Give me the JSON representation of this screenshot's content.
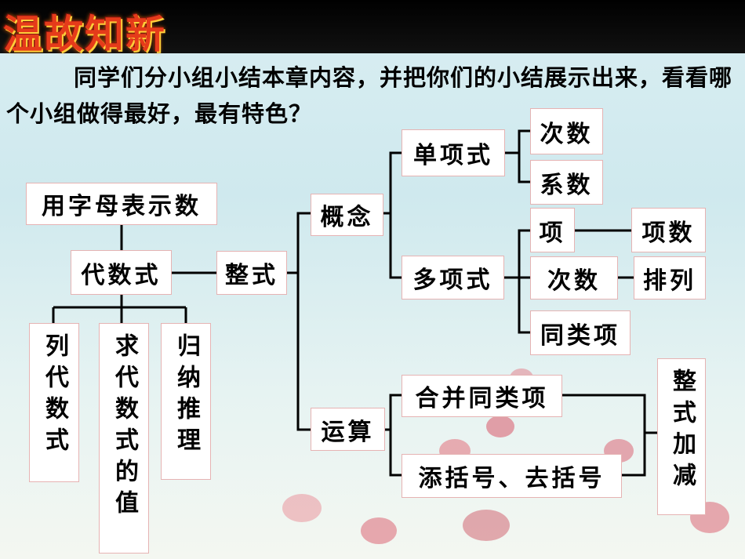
{
  "header": {
    "title": "温故知新"
  },
  "intro": "同学们分小组小结本章内容，并把你们的小结展示出来，看看哪个小组做得最好，最有特色？",
  "diagram": {
    "letters_for_numbers": "用字母表示数",
    "algebraic_expression": "代数式",
    "apps": [
      "列代数式",
      "求代数式的值",
      "归纳推理"
    ],
    "polynomial_expr": "整式",
    "concept": "概念",
    "monomial": "单项式",
    "degree": "次数",
    "coefficient": "系数",
    "polynomial": "多项式",
    "term": "项",
    "term_count": "项数",
    "degree2": "次数",
    "arrange": "排列",
    "like_terms": "同类项",
    "operation": "运算",
    "combine": "合并同类项",
    "brackets": "添括号、去括号",
    "add_sub": "整式加减"
  }
}
